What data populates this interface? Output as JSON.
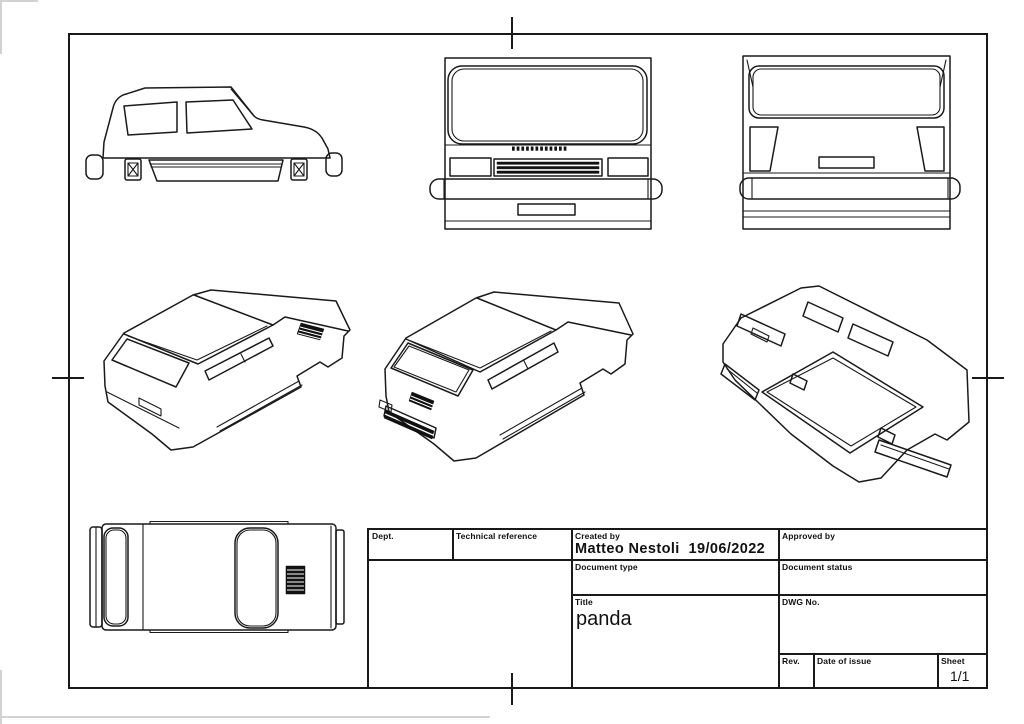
{
  "page": {
    "background_color": "#ffffff",
    "line_color": "#1a1a1a"
  },
  "title_block": {
    "dept_label": "Dept.",
    "technical_reference_label": "Technical reference",
    "created_by_label": "Created by",
    "created_by_value": "Matteo Nestoli  19/06/2022",
    "approved_by_label": "Approved by",
    "document_type_label": "Document type",
    "document_status_label": "Document status",
    "title_label": "Title",
    "title_value": "panda",
    "dwg_no_label": "DWG No.",
    "rev_label": "Rev.",
    "date_of_issue_label": "Date of issue",
    "sheet_label": "Sheet",
    "sheet_value": "1/1"
  }
}
